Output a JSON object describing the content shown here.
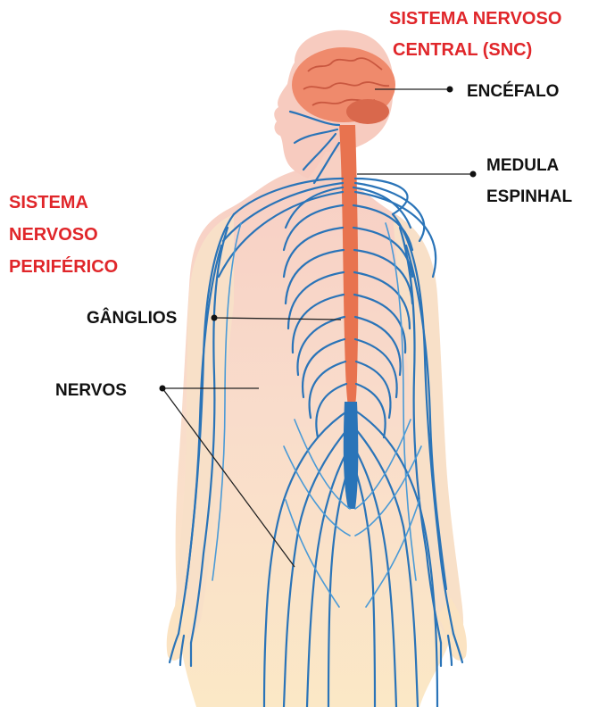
{
  "labels": {
    "snc_line1": "SISTEMA NERVOSO",
    "snc_line2": "CENTRAL (SNC)",
    "snp_line1": "SISTEMA",
    "snp_line2": "NERVOSO",
    "snp_line3": "PERIFÉRICO",
    "encefalo": "ENCÉFALO",
    "medula_line1": "MEDULA",
    "medula_line2": "ESPINHAL",
    "ganglios": "GÂNGLIOS",
    "nervos": "NERVOS"
  },
  "colors": {
    "label_red": "#e0262a",
    "label_black": "#111111",
    "skin_head": "#f7cfc4",
    "skin_body": "#f8dcc8",
    "skin_lower": "#fbe7c7",
    "brain": "#ef8a6c",
    "spinal_cord": "#e8734f",
    "nerves": "#2a74b8"
  }
}
